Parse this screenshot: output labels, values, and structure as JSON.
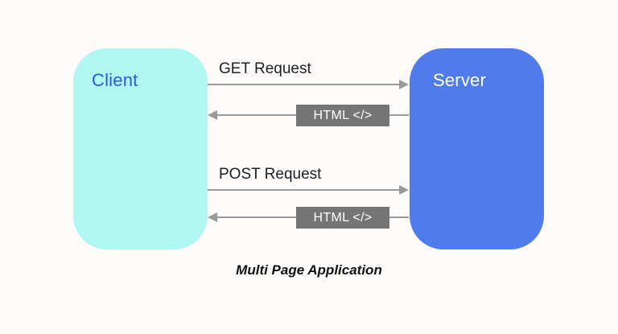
{
  "client": {
    "label": "Client"
  },
  "server": {
    "label": "Server"
  },
  "messages": {
    "get_request": "GET Request",
    "html_response_1": "HTML </>",
    "post_request": "POST Request",
    "html_response_2": "HTML </>"
  },
  "caption": "Multi Page Application",
  "colors": {
    "client_fill": "#b0f6f1",
    "client_text": "#2a5cd7",
    "server_fill": "#4f7cea",
    "server_text": "#ffffff",
    "arrow_color": "#9a9a9a",
    "label_box_fill": "#757575",
    "label_box_text": "#ffffff",
    "page_bg": "#fdfafa",
    "text_color": "#212121"
  }
}
